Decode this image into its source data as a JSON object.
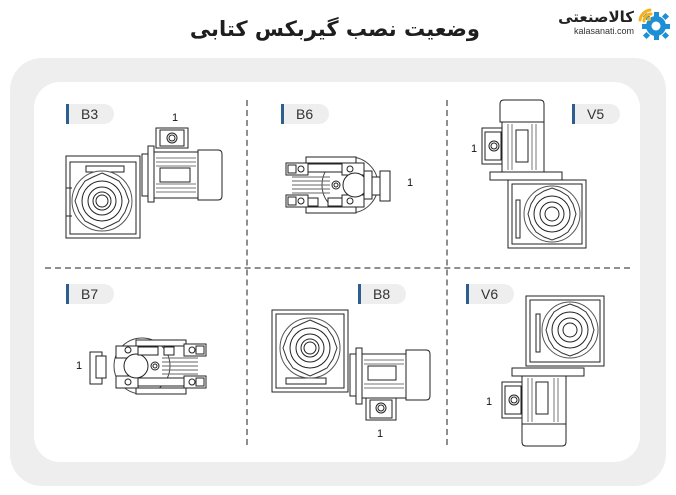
{
  "header": {
    "title": "وضعیت نصب گیربکس کتابی",
    "logo": {
      "name_fa": "کالاصنعتی",
      "name_en": "kalasanati.com",
      "icon": "gear-wifi-icon",
      "colors": {
        "gear": "#1c8fd6",
        "signal": "#f5b21b"
      }
    }
  },
  "theme": {
    "frame_bg": "#eeeeee",
    "tag_accent": "#2d5f8e",
    "separator": "#8f8f8f"
  },
  "positions": [
    {
      "id": "B3",
      "label": "B3",
      "marker": "1",
      "orientation": "horizontal-motor-right-top"
    },
    {
      "id": "B6",
      "label": "B6",
      "marker": "1",
      "orientation": "top-view-input-right"
    },
    {
      "id": "V5",
      "label": "V5",
      "marker": "1",
      "orientation": "vertical-motor-up"
    },
    {
      "id": "B7",
      "label": "B7",
      "marker": "1",
      "orientation": "top-view-input-left"
    },
    {
      "id": "B8",
      "label": "B8",
      "marker": "1",
      "orientation": "horizontal-motor-right-bottom"
    },
    {
      "id": "V6",
      "label": "V6",
      "marker": "1",
      "orientation": "vertical-motor-down"
    }
  ]
}
